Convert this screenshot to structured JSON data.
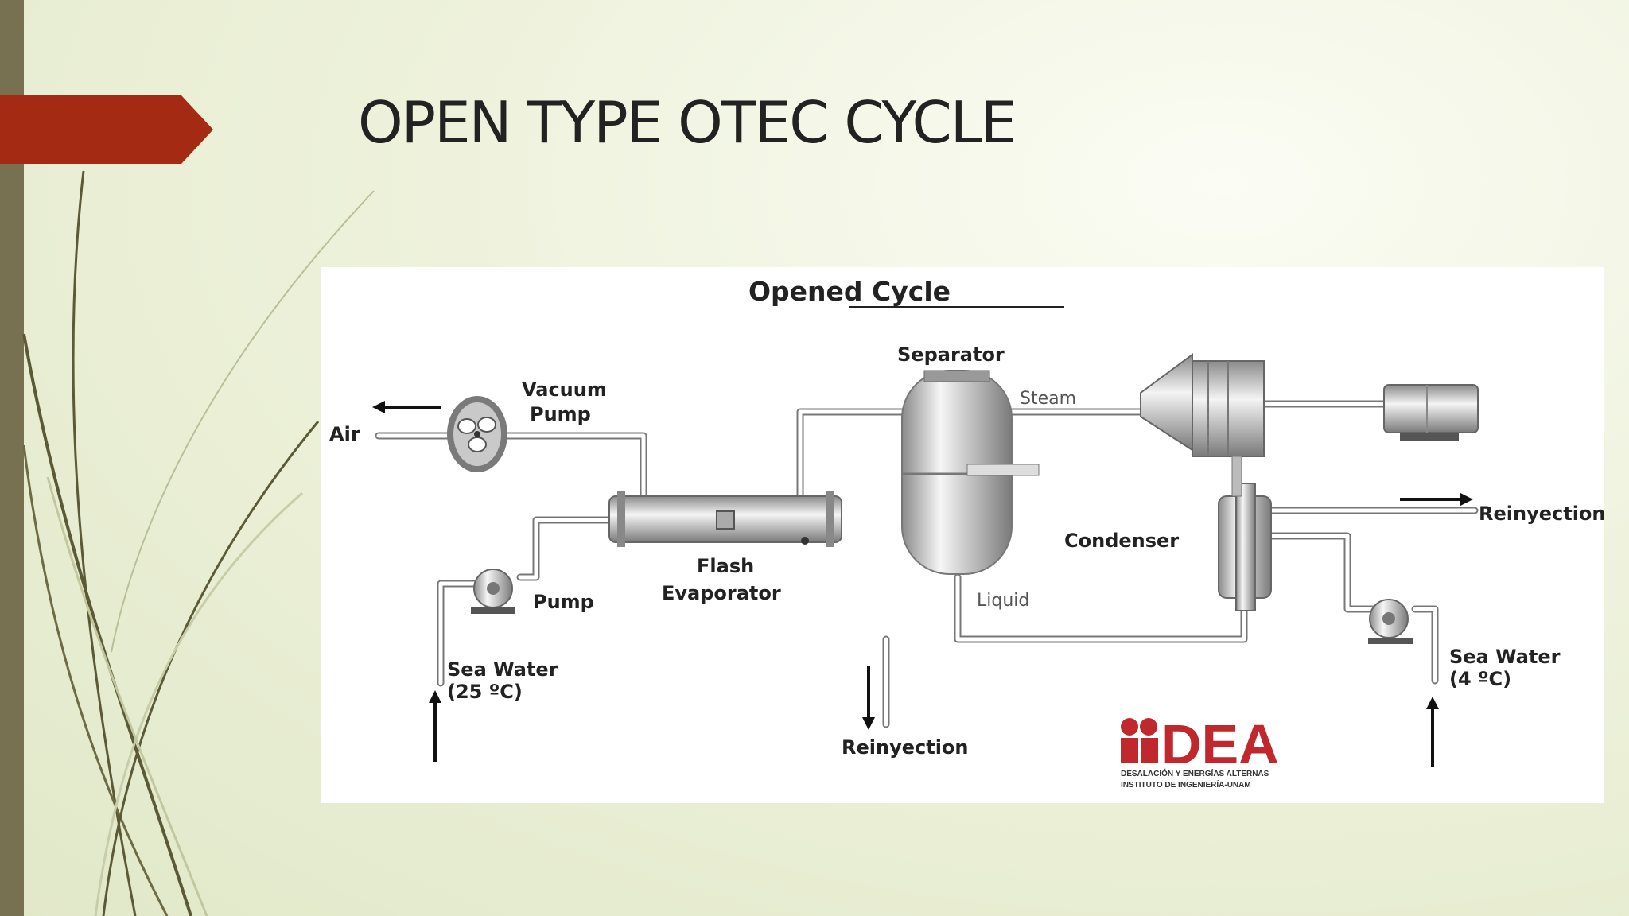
{
  "slide": {
    "title": "OPEN TYPE OTEC CYCLE"
  },
  "diagram": {
    "title": "Opened Cycle",
    "labels": {
      "air": "Air",
      "vacuum_pump_1": "Vacuum",
      "vacuum_pump_2": "Pump",
      "pump": "Pump",
      "sea_water_warm_1": "Sea Water",
      "sea_water_warm_2": "(25 ºC)",
      "flash_evaporator_1": "Flash",
      "flash_evaporator_2": "Evaporator",
      "separator": "Separator",
      "steam": "Steam",
      "liquid": "Liquid",
      "reinyection_bottom": "Reinyection",
      "condenser": "Condenser",
      "reinyection_right": "Reinyection",
      "sea_water_cold_1": "Sea Water",
      "sea_water_cold_2": "(4 ºC)"
    },
    "logo": {
      "name": "DEA",
      "line1": "DESALACIÓN Y ENERGÍAS ALTERNAS",
      "line2": "INSTITUTO DE INGENIERÍA-UNAM"
    }
  },
  "colors": {
    "accent": "#a52a14",
    "sidebar": "#777152",
    "logo_red": "#c0282d"
  }
}
